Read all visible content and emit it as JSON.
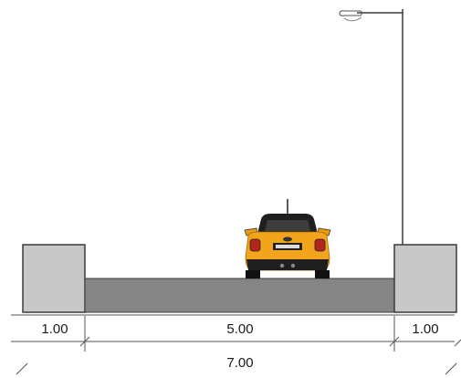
{
  "dimensions": {
    "left_sidewalk": "1.00",
    "roadway": "5.00",
    "right_sidewalk": "1.00",
    "total": "7.00"
  },
  "colors": {
    "sidewalk_fill": "#c8c8c8",
    "road_fill": "#858585",
    "outline": "#3a3a3a",
    "car_body": "#f2a51c",
    "car_roof": "#1f1f1f",
    "dimension_line": "#555555"
  },
  "icons": {
    "car": "car-rear-view-icon",
    "street_lamp": "street-lamp-icon"
  }
}
